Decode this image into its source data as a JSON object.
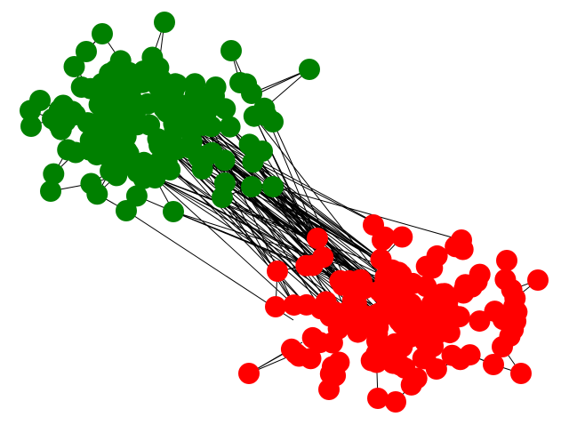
{
  "diagram": {
    "type": "network-graph",
    "colors": {
      "background": "#ffffff",
      "edge": "#000000",
      "community_a": "#008000",
      "community_b": "#ff0000"
    },
    "communities": [
      {
        "id": "community-a",
        "color_key": "community_a"
      },
      {
        "id": "community-b",
        "color_key": "community_b"
      }
    ]
  }
}
